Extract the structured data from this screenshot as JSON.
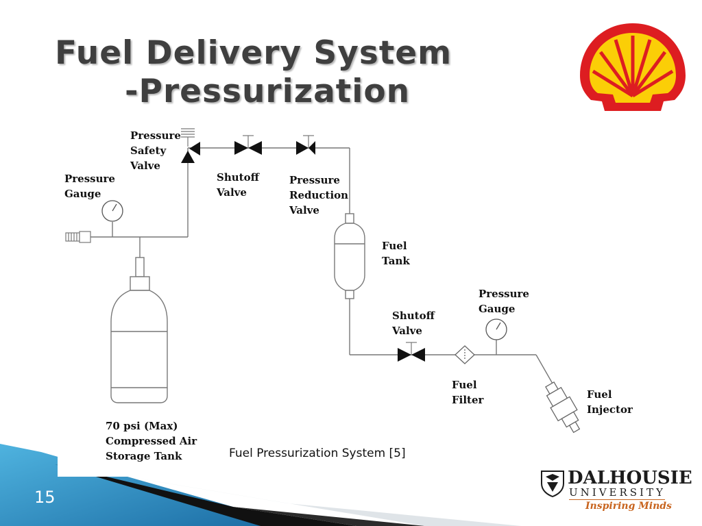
{
  "slide": {
    "title_line1": "Fuel Delivery System",
    "title_line2": "-Pressurization",
    "slide_number": "15",
    "caption": "Fuel Pressurization System [5]"
  },
  "diagram": {
    "labels": {
      "pressure_safety_valve": [
        "Pressure",
        "Safety",
        "Valve"
      ],
      "pressure_gauge_left": [
        "Pressure",
        "Gauge"
      ],
      "shutoff_valve_top": [
        "Shutoff",
        "Valve"
      ],
      "pressure_reduction_valve": [
        "Pressure",
        "Reduction",
        "Valve"
      ],
      "fuel_tank": [
        "Fuel",
        "Tank"
      ],
      "shutoff_valve_bottom": [
        "Shutoff",
        "Valve"
      ],
      "pressure_gauge_right": [
        "Pressure",
        "Gauge"
      ],
      "fuel_filter": [
        "Fuel",
        "Filter"
      ],
      "fuel_injector": [
        "Fuel",
        "Injector"
      ],
      "air_tank": [
        "70 psi (Max)",
        "Compressed Air",
        "Storage Tank"
      ]
    }
  },
  "branding": {
    "university_name": "DALHOUSIE",
    "university_word": "UNIVERSITY",
    "tagline": "Inspiring Minds",
    "shell_red": "#dd1d21",
    "shell_yellow": "#fbce07",
    "accent_blue": "#2f8fc4"
  }
}
